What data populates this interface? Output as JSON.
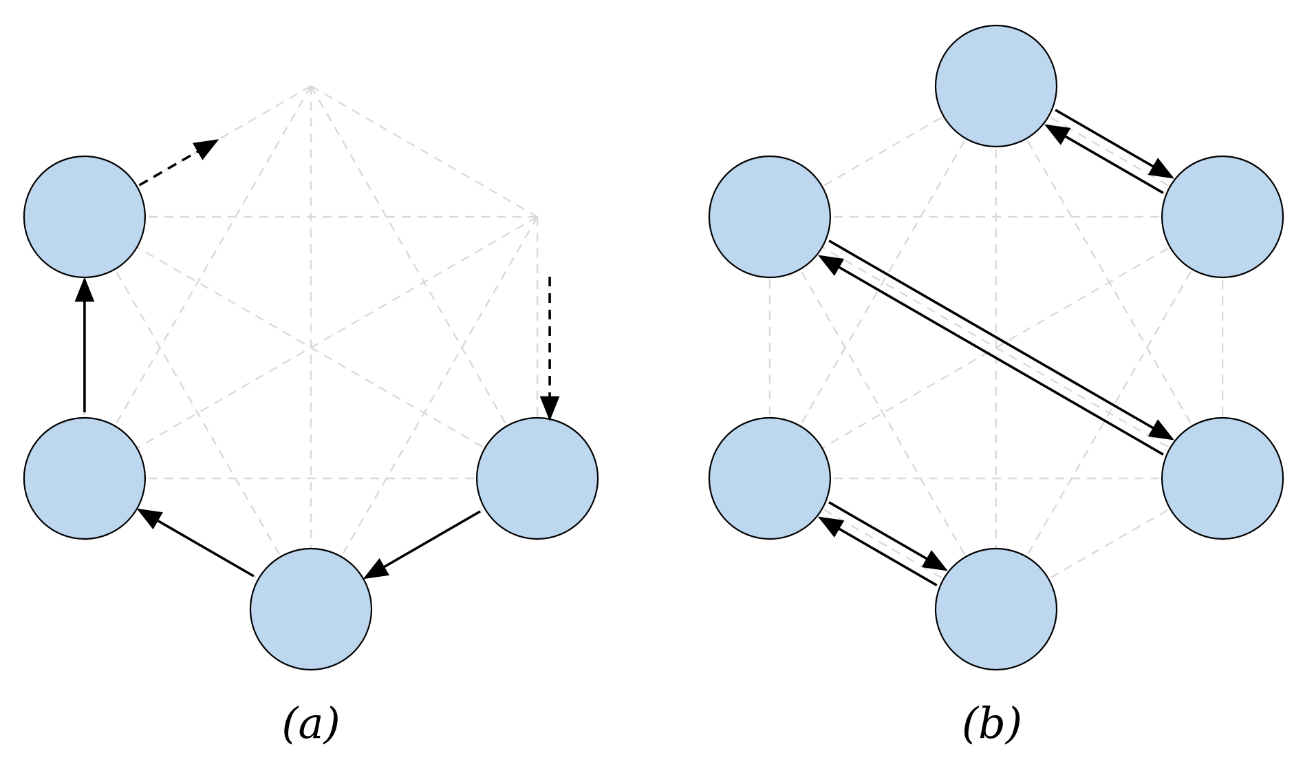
{
  "panels": [
    {
      "id": "a",
      "label": "(a)"
    },
    {
      "id": "b",
      "label": "(b)"
    }
  ],
  "colors": {
    "node_fill": "#bdd7ee",
    "node_stroke": "#000000",
    "grid": "#d9d9d9",
    "arrow": "#000000"
  }
}
